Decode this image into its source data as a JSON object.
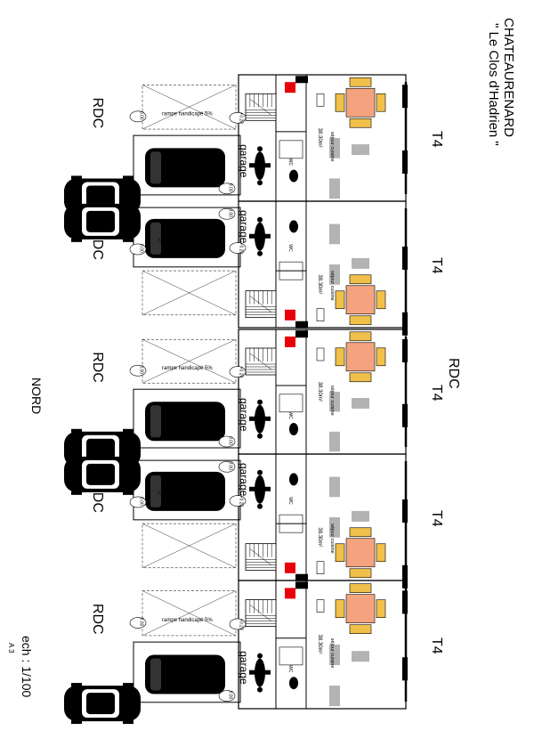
{
  "header": {
    "city": "CHATEAURENARD",
    "project": "\" Le Clos d'Hadrien \""
  },
  "labels": {
    "rdc": "RDC",
    "type": "T4",
    "garage": "garage",
    "ramp": "rampe handicapé 5%",
    "living": "séjour cuisine",
    "area": "38.30m²",
    "wc": "WC",
    "level_zero": "0.00",
    "level_ramp": "+0.20",
    "north": "NORD"
  },
  "footer": {
    "scale": "ech : 1/100",
    "paper": "A 3"
  },
  "units": [
    {
      "id": 1,
      "mirrored": false
    },
    {
      "id": 2,
      "mirrored": true
    },
    {
      "id": 3,
      "mirrored": false
    },
    {
      "id": 4,
      "mirrored": true
    },
    {
      "id": 5,
      "mirrored": false
    }
  ],
  "colors": {
    "wall": "#000000",
    "furniture_gray": "#b3b3b3",
    "table": "#f4a37f",
    "chair": "#f0c04a",
    "stair_mark": "#e8000b"
  }
}
